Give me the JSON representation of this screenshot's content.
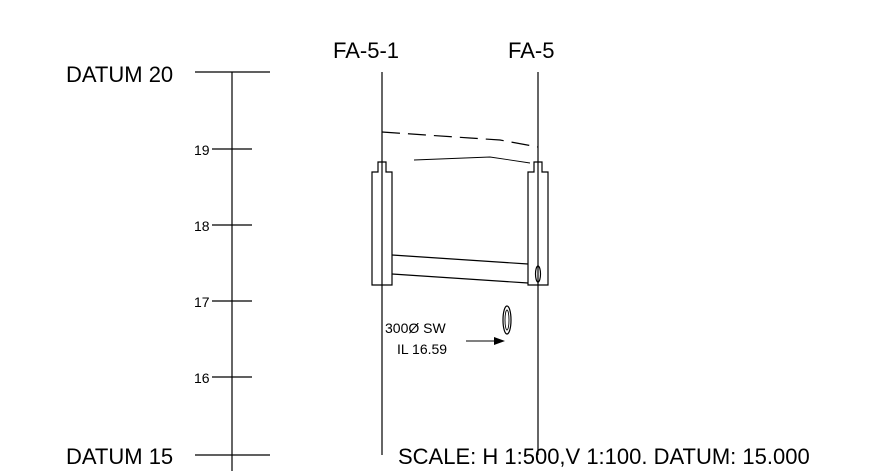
{
  "datum_axis": {
    "top_label": "DATUM 20",
    "bottom_label": "DATUM 15",
    "ticks": [
      "19",
      "18",
      "17",
      "16"
    ]
  },
  "manholes": [
    {
      "label": "FA-5-1"
    },
    {
      "label": "FA-5"
    }
  ],
  "pipe_annotation": {
    "line1": "300Ø SW",
    "line2": "IL 16.59"
  },
  "scale_note": "SCALE: H 1:500,V 1:100. DATUM: 15.000"
}
